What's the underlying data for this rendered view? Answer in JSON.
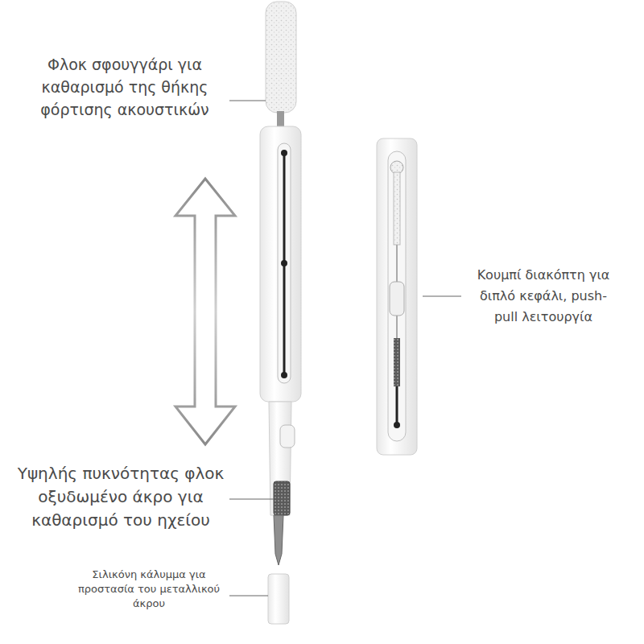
{
  "diagram": {
    "labels": [
      "Φλοκ σφουγγάρι για καθαρισμό της θήκης φόρτισης ακουστικών",
      "Κουμπί διακόπτη για διπλό κεφάλι, push-pull λειτουργία",
      "Υψηλής πυκνότητας φλοκ οξυδωμένο άκρο για καθαρισμό του ηχείου",
      "Σιλικόνη κάλυμμα για προστασία του μεταλλικού άκρου"
    ]
  }
}
